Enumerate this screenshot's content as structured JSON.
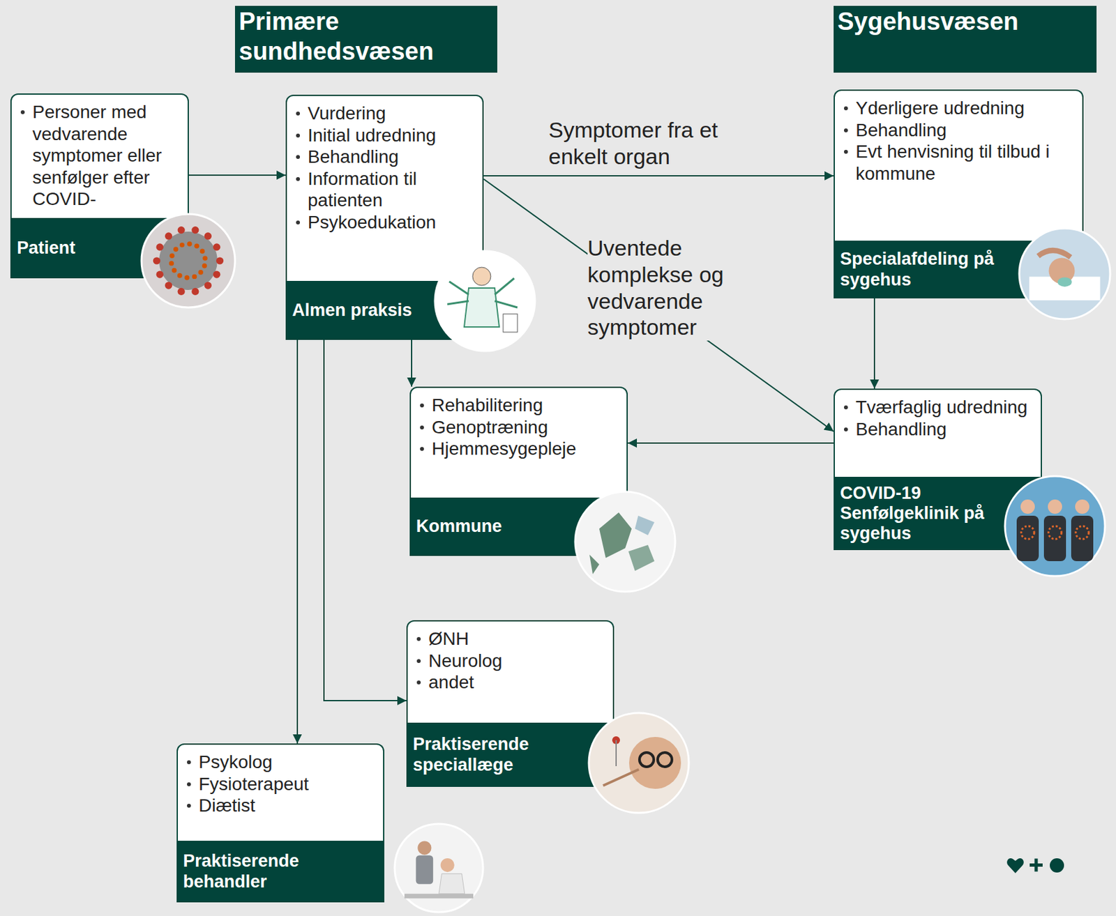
{
  "diagram": {
    "nodes": [
      {
        "text": [
          "Primære sundhedsvæsen"
        ]
      },
      {
        "text": [
          "Sygehusvæsen"
        ]
      },
      {
        "text": [
          "Personer med vedvarende symptomer eller senfølger efter COVID-",
          "Patient"
        ]
      },
      {
        "text": [
          "Vurdering",
          "Initial udredning",
          "Behandling",
          "Information til patienten",
          "Psykoedukation",
          "Almen praksis"
        ]
      },
      {
        "text": [
          "Yderligere udredning",
          "Behandling",
          "Evt henvisning til tilbud i kommune",
          "Specialafdeling på sygehus"
        ]
      },
      {
        "text": [
          "Rehabilitering",
          "Genoptræning",
          "Hjemmesygepleje",
          "Kommune"
        ]
      },
      {
        "text": [
          "Tværfaglig udredning",
          "Behandling",
          "COVID-19 Senfølgeklinik på sygehus"
        ]
      },
      {
        "text": [
          "ØNH",
          "Neurolog",
          "andet",
          "Praktiserende speciallæge"
        ]
      },
      {
        "text": [
          "Psykolog",
          "Fysioterapeut",
          "Diætist",
          "Praktiserende behandler"
        ]
      }
    ],
    "edges": [
      {
        "from": 2,
        "to": 3,
        "arrow": "to"
      },
      {
        "from": 3,
        "to": 4,
        "label": "Symptomer fra et enkelt organ",
        "arrow": "to"
      },
      {
        "from": 3,
        "to": 6,
        "label": "Uventede komplekse og vedvarende symptomer",
        "arrow": "to"
      },
      {
        "from": 3,
        "to": 5,
        "arrow": "to"
      },
      {
        "from": 4,
        "to": 6,
        "arrow": "to"
      },
      {
        "from": 6,
        "to": 5,
        "arrow": "to"
      },
      {
        "from": 3,
        "to": 7,
        "arrow": "to"
      },
      {
        "from": 3,
        "to": 8,
        "arrow": "to"
      }
    ]
  }
}
